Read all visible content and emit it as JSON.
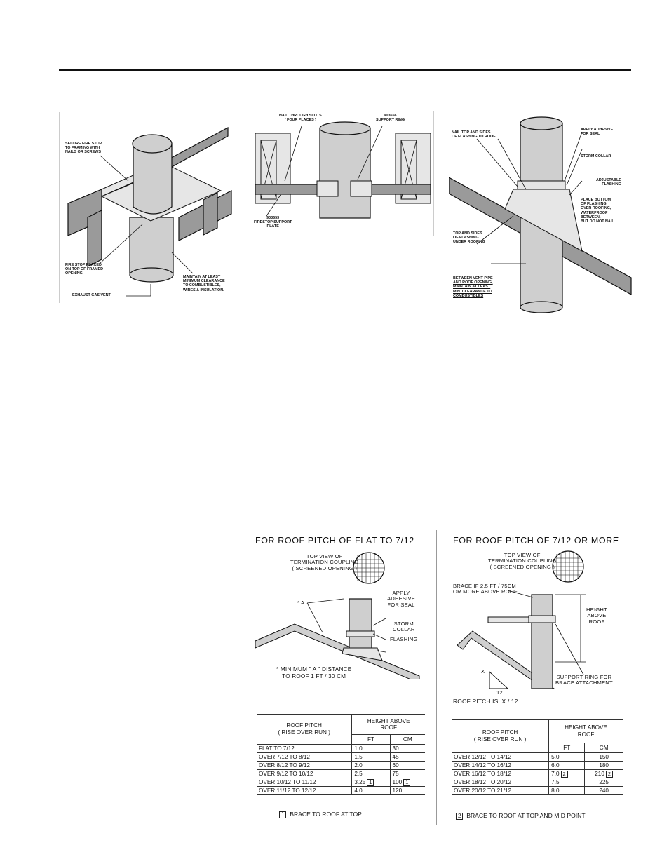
{
  "fig1": {
    "secure_label": "SECURE FIRE STOP\nTO FRAMING WITH\nNAILS OR SCREWS",
    "firestop_label": "FIRE STOP PLACED\nON TOP OF FRAMED\nOPENING",
    "maintain_label": "MAINTAIN AT LEAST\nMINIMUM CLEARANCE\nTO COMBUSTIBLES,\nWIRES & INSULATION.",
    "vent_label": "EXHAUST GAS VENT"
  },
  "fig2": {
    "nail_label": "NAIL THROUGH SLOTS\n( FOUR PLACES )",
    "ring_label": "903656\nSUPPORT RING",
    "plate_label": "903653\nFIRESTOP SUPPORT\nPLATE"
  },
  "fig3": {
    "nail_top_label": "NAIL TOP AND SIDES\nOF FLASHING TO ROOF",
    "adhesive_label": "APPLY ADHESIVE\nFOR SEAL",
    "storm_label": "STORM COLLAR",
    "adjustable_label": "ADJUSTABLE\nFLASHING",
    "place_label": "PLACE BOTTOM\nOF FLASHING\nOVER ROOFING,\nWATERPROOF\nBETWEEN,\nBUT DO NOT NAIL",
    "top_sides_label": "TOP AND SIDES\nOF FLASHING\nUNDER ROOFING",
    "between_label": "BETWEEN VENT PIPE\nAND ROOF OPENING,\nMAINTAIN AT LEAST\nMIN. CLEARANCE TO\nCOMBUSTIBLES"
  },
  "left_panel": {
    "title": "FOR ROOF PITCH OF FLAT TO 7/12",
    "top_view": "TOP VIEW OF\nTERMINATION COUPLING\n( SCREENED OPENING )",
    "apply": "APPLY\nADHESIVE\nFOR SEAL",
    "storm": "STORM\nCOLLAR",
    "flashing": "FLASHING",
    "a_mark": "* A",
    "min_note": "* MINIMUM \" A \" DISTANCE\nTO ROOF 1 FT / 30 CM",
    "table": {
      "head_pitch": "ROOF PITCH\n( RISE OVER RUN )",
      "head_height": "HEIGHT ABOVE\nROOF",
      "head_ft": "FT",
      "head_cm": "CM",
      "rows": [
        {
          "pitch": "FLAT TO 7/12",
          "ft": "1.0",
          "cm": "30",
          "ft_box": "",
          "cm_box": ""
        },
        {
          "pitch": "OVER 7/12 TO 8/12",
          "ft": "1.5",
          "cm": "45",
          "ft_box": "",
          "cm_box": ""
        },
        {
          "pitch": "OVER 8/12 TO 9/12",
          "ft": "2.0",
          "cm": "60",
          "ft_box": "",
          "cm_box": ""
        },
        {
          "pitch": "OVER 9/12 TO 10/12",
          "ft": "2.5",
          "cm": "75",
          "ft_box": "",
          "cm_box": ""
        },
        {
          "pitch": "OVER 10/12 TO 11/12",
          "ft": "3.25",
          "cm": "100",
          "ft_box": "1",
          "cm_box": "1"
        },
        {
          "pitch": "OVER 11/12 TO 12/12",
          "ft": "4.0",
          "cm": "120",
          "ft_box": "",
          "cm_box": ""
        }
      ]
    },
    "footnote_num": "1",
    "footnote": "BRACE TO ROOF AT TOP"
  },
  "right_panel": {
    "title": "FOR ROOF PITCH OF 7/12 OR MORE",
    "top_view": "TOP VIEW OF\nTERMINATION COUPLING\n( SCREENED OPENING )",
    "brace": "BRACE IF 2.5 FT / 75CM\nOR MORE ABOVE ROOF",
    "height": "HEIGHT\nABOVE\nROOF",
    "support": "SUPPORT RING FOR\nBRACE ATTACHMENT",
    "x_label": "X",
    "twelve": "12",
    "pitch_is": "ROOF PITCH IS  X / 12",
    "table": {
      "head_pitch": "ROOF PITCH\n( RISE OVER RUN )",
      "head_height": "HEIGHT ABOVE\nROOF",
      "head_ft": "FT",
      "head_cm": "CM",
      "rows": [
        {
          "pitch": "OVER 12/12 TO 14/12",
          "ft": "5.0",
          "cm": "150",
          "ft_box": "",
          "cm_box": ""
        },
        {
          "pitch": "OVER 14/12 TO 16/12",
          "ft": "6.0",
          "cm": "180",
          "ft_box": "",
          "cm_box": ""
        },
        {
          "pitch": "OVER 16/12 TO 18/12",
          "ft": "7.0",
          "cm": "210",
          "ft_box": "2",
          "cm_box": "2"
        },
        {
          "pitch": "OVER 18/12 TO 20/12",
          "ft": "7.5",
          "cm": "225",
          "ft_box": "",
          "cm_box": ""
        },
        {
          "pitch": "OVER 20/12 TO 21/12",
          "ft": "8.0",
          "cm": "240",
          "ft_box": "",
          "cm_box": ""
        }
      ]
    },
    "footnote_num": "2",
    "footnote": "BRACE TO ROOF AT TOP AND MID POINT"
  }
}
